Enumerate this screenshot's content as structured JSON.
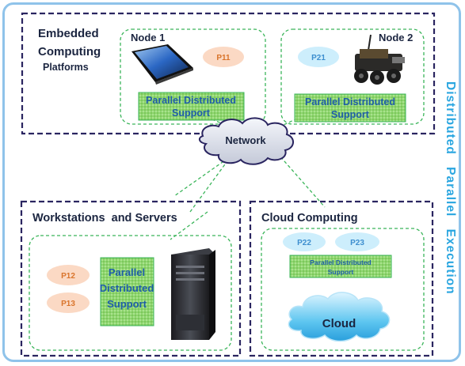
{
  "side_title": "Distributed Parallel Execution",
  "embedded": {
    "label_line1": "Embedded",
    "label_line2": "Computing",
    "label_line3": "Platforms",
    "node1": {
      "label": "Node 1",
      "process": "P11",
      "support_line1": "Parallel Distributed",
      "support_line2": "Support"
    },
    "node2": {
      "label": "Node 2",
      "process": "P21",
      "support_line1": "Parallel Distributed",
      "support_line2": "Support"
    }
  },
  "network": {
    "label": "Network"
  },
  "workstations": {
    "label": "Workstations  and Servers",
    "processes": [
      "P12",
      "P13"
    ],
    "support_line1": "Parallel",
    "support_line2": "Distributed",
    "support_line3": "Support"
  },
  "cloud_computing": {
    "label": "Cloud Computing",
    "processes": [
      "P22",
      "P23"
    ],
    "support_line1": "Parallel Distributed",
    "support_line2": "Support",
    "cloud_label": "Cloud"
  },
  "colors": {
    "frame": "#8fc3ea",
    "box_border": "#2a2560",
    "inner_dash": "#3bb55a",
    "support_fill": "#93d876",
    "title": "#2aa6e0",
    "orange_process": "#fbd9c4",
    "blue_process": "#cdeefc"
  }
}
